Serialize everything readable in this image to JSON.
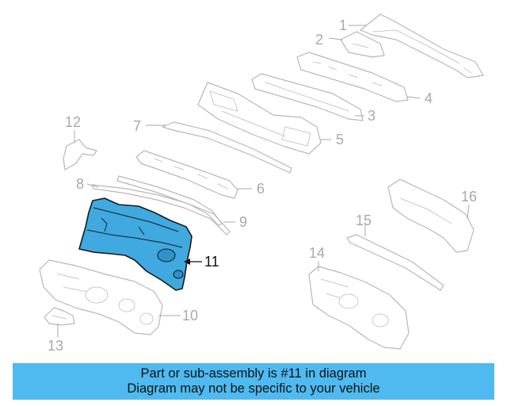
{
  "callouts": {
    "c1": "1",
    "c2": "2",
    "c3": "3",
    "c4": "4",
    "c5": "5",
    "c6": "6",
    "c7": "7",
    "c8": "8",
    "c9": "9",
    "c10": "10",
    "c11": "11",
    "c12": "12",
    "c13": "13",
    "c14": "14",
    "c15": "15",
    "c16": "16"
  },
  "highlighted_part": "11",
  "colors": {
    "highlight_fill": "#3fa9e0",
    "highlight_outline": "#1a1a1a",
    "part_outline": "#b8b8b8",
    "callout_text": "#a9a9a9",
    "banner_background": "#4ebaf0"
  },
  "banner": {
    "line1": "Part or sub-assembly is #11 in diagram",
    "line2": "Diagram may not be specific to your vehicle"
  }
}
